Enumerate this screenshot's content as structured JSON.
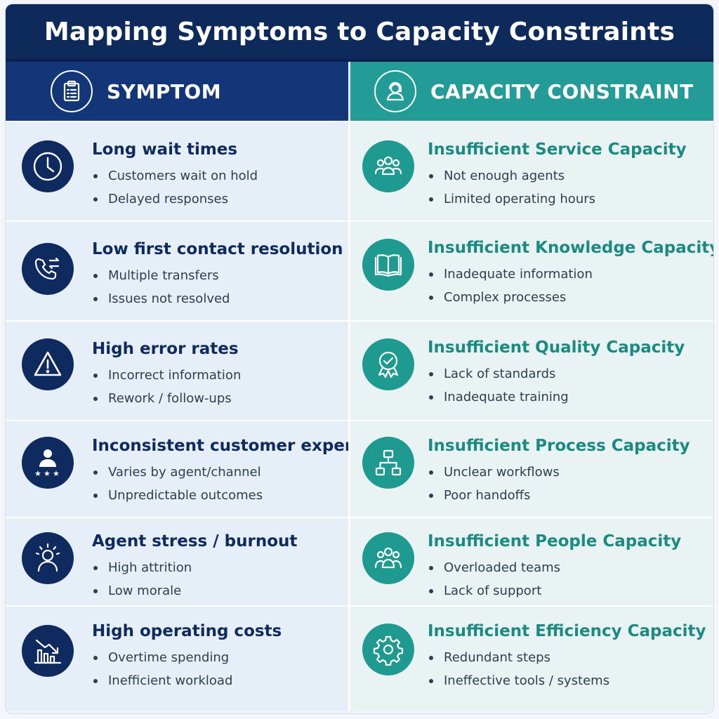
{
  "title": "Mapping Symptoms to Capacity Constraints",
  "columns": {
    "symptom": {
      "label": "SYMPTOM",
      "icon": "clipboard-icon"
    },
    "constraint": {
      "label": "CAPACITY CONSTRAINT",
      "icon": "agent-headset-icon"
    }
  },
  "colors": {
    "navy": "#0e2a5a",
    "header_blue": "#123677",
    "teal": "#239c98",
    "teal_text": "#1b8a81"
  },
  "rows": [
    {
      "symptom": {
        "title": "Long wait times",
        "bullets": [
          "Customers wait on hold",
          "Delayed responses"
        ],
        "icon": "clock-icon"
      },
      "constraint": {
        "title": "Insufficient Service Capacity",
        "bullets": [
          "Not enough agents",
          "Limited operating hours"
        ],
        "icon": "team-icon"
      }
    },
    {
      "symptom": {
        "title": "Low first contact resolution",
        "bullets": [
          "Multiple transfers",
          "Issues not resolved"
        ],
        "icon": "phone-transfer-icon"
      },
      "constraint": {
        "title": "Insufficient Knowledge Capacity",
        "bullets": [
          "Inadequate information",
          "Complex processes"
        ],
        "icon": "book-icon"
      }
    },
    {
      "symptom": {
        "title": "High error rates",
        "bullets": [
          "Incorrect information",
          "Rework / follow-ups"
        ],
        "icon": "warning-icon"
      },
      "constraint": {
        "title": "Insufficient Quality Capacity",
        "bullets": [
          "Lack of standards",
          "Inadequate training"
        ],
        "icon": "award-badge-icon"
      }
    },
    {
      "symptom": {
        "title": "Inconsistent customer experience",
        "bullets": [
          "Varies by agent/channel",
          "Unpredictable outcomes"
        ],
        "icon": "customer-rating-icon"
      },
      "constraint": {
        "title": "Insufficient Process Capacity",
        "bullets": [
          "Unclear workflows",
          "Poor handoffs"
        ],
        "icon": "flowchart-icon"
      }
    },
    {
      "symptom": {
        "title": "Agent stress / burnout",
        "bullets": [
          "High attrition",
          "Low morale"
        ],
        "icon": "stressed-person-icon"
      },
      "constraint": {
        "title": "Insufficient People Capacity",
        "bullets": [
          "Overloaded teams",
          "Lack of support"
        ],
        "icon": "people-icon"
      }
    },
    {
      "symptom": {
        "title": "High operating costs",
        "bullets": [
          "Overtime spending",
          "Inefficient workload"
        ],
        "icon": "declining-chart-icon"
      },
      "constraint": {
        "title": "Insufficient Efficiency Capacity",
        "bullets": [
          "Redundant steps",
          "Ineffective tools / systems"
        ],
        "icon": "gear-icon"
      }
    }
  ]
}
